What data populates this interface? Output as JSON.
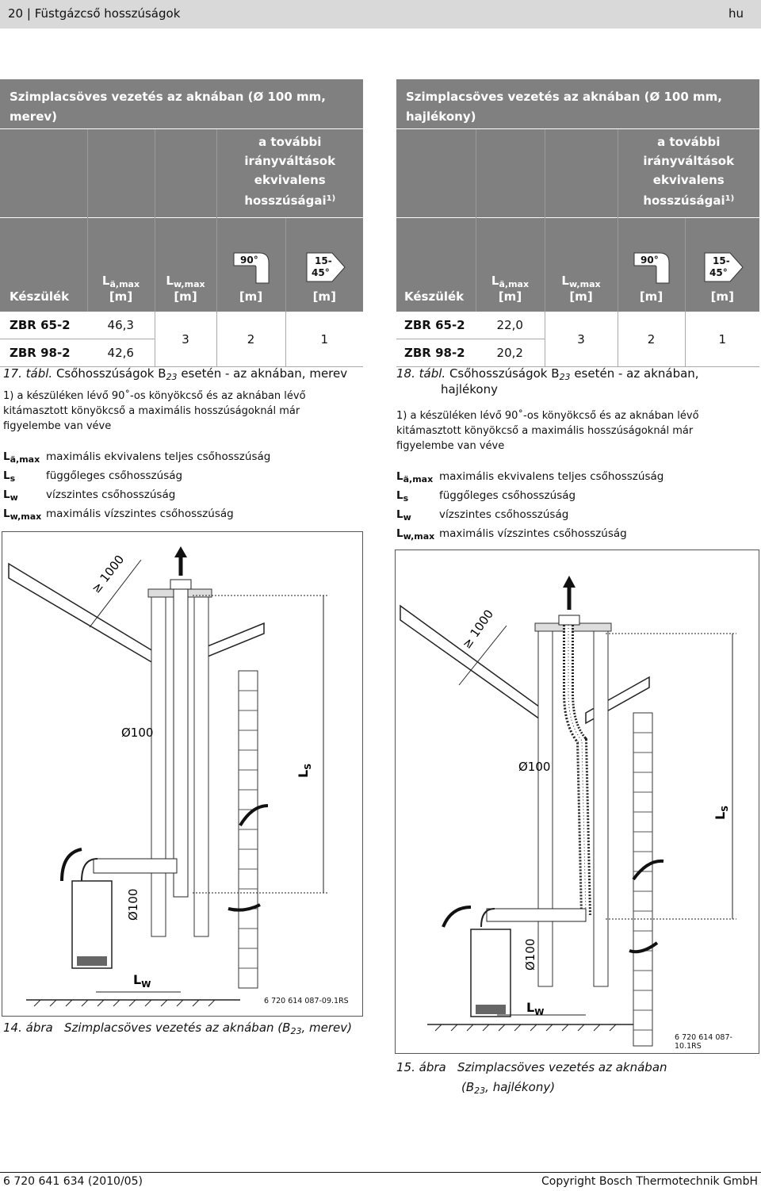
{
  "header": {
    "page_number": "20",
    "title": "Füstgázcső hosszúságok",
    "lang": "hu"
  },
  "left": {
    "table_title": "Szimplacsöves vezetés az aknában (Ø 100 mm, merev)",
    "further_header": [
      "a további",
      "irányváltások",
      "ekvivalens",
      "hosszúságai"
    ],
    "footnote_mark": "1)",
    "col_device": "Készülék",
    "col_la": "L",
    "col_la_sub": "ä,max",
    "col_lw": "L",
    "col_lw_sub": "w,max",
    "unit": "[m]",
    "elbow90": "90°",
    "elbow1545": [
      "15-",
      "45°"
    ],
    "rows": [
      {
        "device": "ZBR 65-2",
        "la": "46,3"
      },
      {
        "device": "ZBR 98-2",
        "la": "42,6"
      }
    ],
    "lw": "3",
    "e90": "2",
    "e1545": "1",
    "caption_num": "17. tábl.",
    "caption_a": "Csőhosszúságok B",
    "caption_sub": "23",
    "caption_b": " esetén - az aknában, merev",
    "footnote": "1) a készüléken lévő 90˚-os könyökcső és az aknában lévő kitámasztott könyökcső a maximális hosszúságoknál már figyelembe van véve",
    "fig_code": "6 720 614 087-09.1RS",
    "fig_caption_a": "14. ábra",
    "fig_caption_b": "Szimplacsöves vezetés az aknában (B",
    "fig_caption_sub": "23",
    "fig_caption_c": ", merev)",
    "labels": {
      "dist": "≥ 1000",
      "d1": "Ø100",
      "d2": "Ø100",
      "ls": "L",
      "ls_sub": "S",
      "lw": "L",
      "lw_sub": "W"
    }
  },
  "right": {
    "table_title": "Szimplacsöves vezetés az aknában (Ø 100 mm, hajlékony)",
    "rows": [
      {
        "device": "ZBR 65-2",
        "la": "22,0"
      },
      {
        "device": "ZBR 98-2",
        "la": "20,2"
      }
    ],
    "caption_num": "18. tábl.",
    "caption_a": "Csőhosszúságok B",
    "caption_sub": "23",
    "caption_b": " esetén - az aknában,",
    "caption_c": "hajlékony",
    "fig_code": "6 720 614 087-10.1RS",
    "fig_caption_a": "15. ábra",
    "fig_caption_b": "Szimplacsöves vezetés az aknában",
    "fig_caption_c": "(B",
    "fig_caption_sub": "23",
    "fig_caption_d": ", hajlékony)"
  },
  "legend": [
    {
      "sym": "L",
      "sub": "ä,max",
      "text": "maximális ekvivalens teljes csőhosszúság"
    },
    {
      "sym": "L",
      "sub": "s",
      "text": "függőleges csőhosszúság"
    },
    {
      "sym": "L",
      "sub": "w",
      "text": "vízszintes csőhosszúság"
    },
    {
      "sym": "L",
      "sub": "w,max",
      "text": "maximális vízszintes csőhosszúság"
    }
  ],
  "footer": {
    "left": "6 720 641 634 (2010/05)",
    "right": "Copyright Bosch Thermotechnik GmbH"
  }
}
